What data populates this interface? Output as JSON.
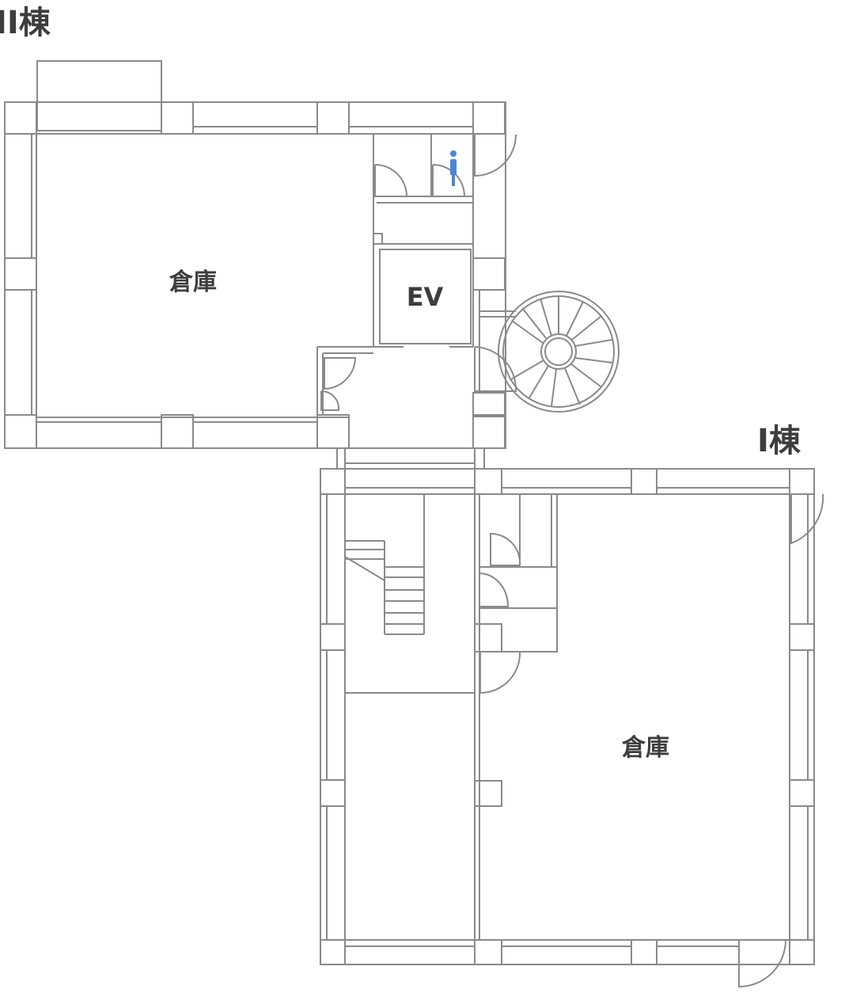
{
  "buildings": [
    {
      "id": "building-2",
      "title": "II棟",
      "room_label": "倉庫",
      "elevator_label": "EV"
    },
    {
      "id": "building-1",
      "title": "I棟",
      "room_label": "倉庫"
    }
  ],
  "icons": {
    "restroom": "person-icon",
    "restroom_color": "#4a86d6"
  },
  "colors": {
    "wall": "#8a8a8a",
    "text": "#3d3d3d"
  }
}
